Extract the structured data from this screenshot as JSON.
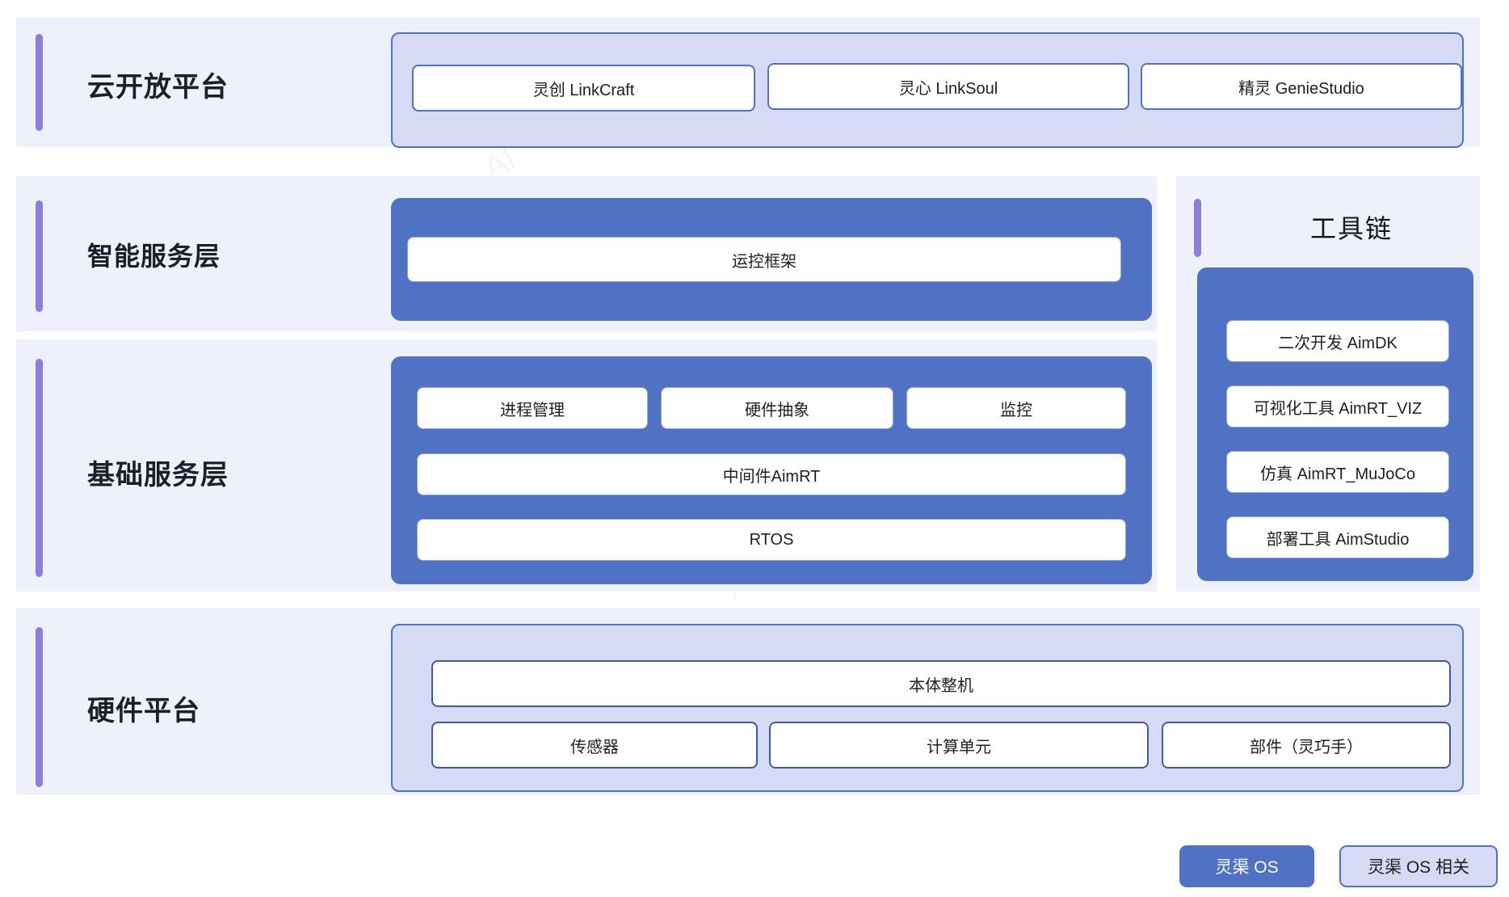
{
  "diagram": {
    "rows": [
      {
        "id": "cloud-platform",
        "label": "云开放平台",
        "style": "light",
        "items": [
          "灵创 LinkCraft",
          "灵心 LinkSoul",
          "精灵 GenieStudio"
        ]
      },
      {
        "id": "intelligent-service-layer",
        "label": "智能服务层",
        "style": "blue",
        "items": [
          "运控框架"
        ]
      },
      {
        "id": "basic-service-layer",
        "label": "基础服务层",
        "style": "blue",
        "row1": [
          "进程管理",
          "硬件抽象",
          "监控"
        ],
        "row2": [
          "中间件AimRT"
        ],
        "row3": [
          "RTOS"
        ]
      },
      {
        "id": "hardware-platform",
        "label": "硬件平台",
        "style": "light",
        "row1": [
          "本体整机"
        ],
        "row2": [
          "传感器",
          "计算单元",
          "部件（灵巧手）"
        ]
      }
    ],
    "toolchain": {
      "title": "工具链",
      "items": [
        "二次开发 AimDK",
        "可视化工具 AimRT_VIZ",
        "仿真 AimRT_MuJoCo",
        "部署工具 AimStudio"
      ]
    },
    "legend": [
      {
        "label": "灵渠 OS",
        "style": "solid",
        "color": "#4f72c4"
      },
      {
        "label": "灵渠 OS 相关",
        "style": "outline",
        "color": "#d6daf4"
      }
    ],
    "colors": {
      "band": "#eef1fb",
      "accent": "#8f7ddb",
      "blue": "#4f72c4",
      "light": "#d6daf4",
      "text": "#1c2024"
    }
  }
}
